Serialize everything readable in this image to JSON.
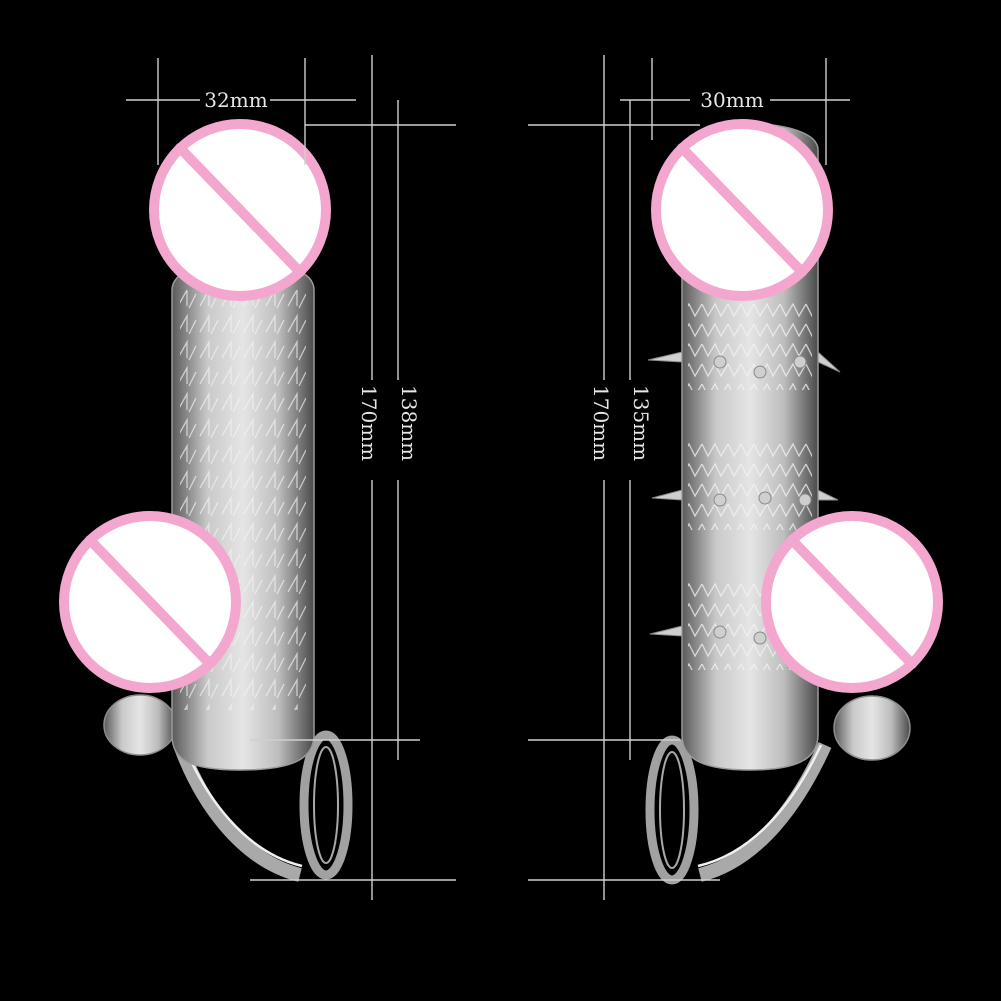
{
  "left_product": {
    "width_label": "32mm",
    "inner_length_label": "138mm",
    "total_length_label": "170mm"
  },
  "right_product": {
    "width_label": "30mm",
    "inner_length_label": "135mm",
    "total_length_label": "170mm"
  },
  "colors": {
    "background": "#000000",
    "censor_pink": "#f3a7cf",
    "dimension_lines": "#cfcfcf"
  }
}
